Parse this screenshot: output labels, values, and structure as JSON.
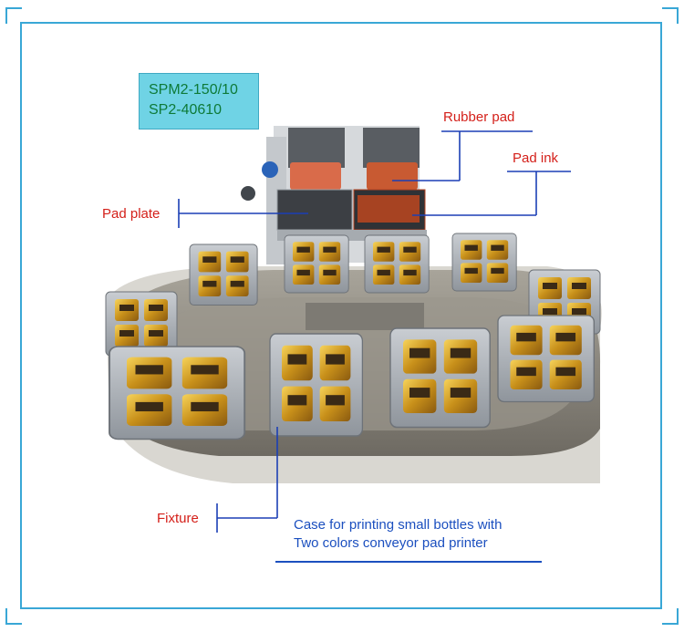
{
  "model": {
    "line1": "SPM2-150/10",
    "line2": "SP2-40610"
  },
  "labels": {
    "rubber_pad": "Rubber pad",
    "pad_ink": "Pad ink",
    "pad_plate": "Pad plate",
    "fixture": "Fixture"
  },
  "caption": {
    "line1": "Case for printing small bottles with",
    "line2": "Two colors conveyor pad printer"
  },
  "colors": {
    "frame": "#39a7d6",
    "label_text": "#d4201a",
    "leader_line": "#1b3fb5",
    "caption_text": "#1b4fbf",
    "model_box_bg": "#6fd3e5",
    "model_text": "#0e7a38"
  }
}
